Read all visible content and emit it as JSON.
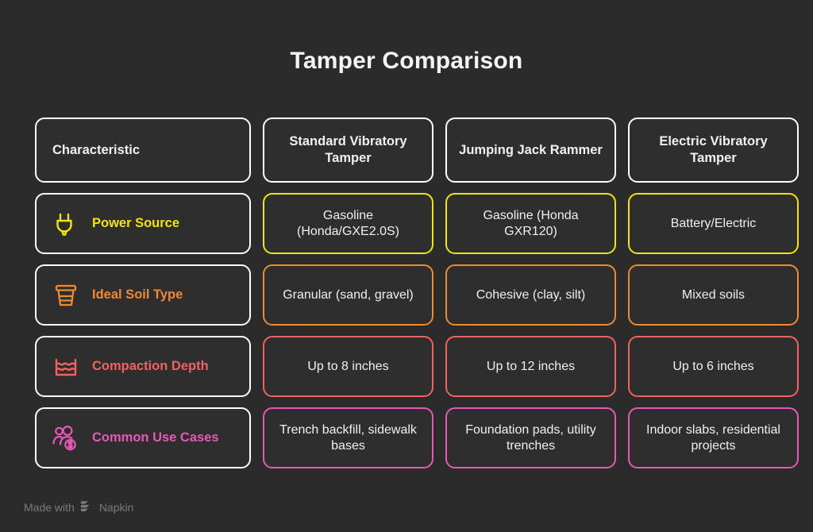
{
  "title": "Tamper Comparison",
  "columns": [
    {
      "key": "characteristic",
      "label": "Characteristic"
    },
    {
      "key": "standard",
      "label": "Standard Vibratory Tamper"
    },
    {
      "key": "jumping",
      "label": "Jumping Jack Rammer"
    },
    {
      "key": "electric",
      "label": "Electric Vibratory Tamper"
    }
  ],
  "rows": [
    {
      "label": "Power Source",
      "icon": "power-plug-icon",
      "accent": "#f2e40c",
      "values": [
        "Gasoline (Honda/GXE2.0S)",
        "Gasoline (Honda GXR120)",
        "Battery/Electric"
      ]
    },
    {
      "label": "Ideal Soil Type",
      "icon": "soil-bucket-icon",
      "accent": "#f08a30",
      "values": [
        "Granular (sand, gravel)",
        "Cohesive (clay, silt)",
        "Mixed soils"
      ]
    },
    {
      "label": "Compaction Depth",
      "icon": "water-waves-icon",
      "accent": "#f4605e",
      "values": [
        "Up to 8 inches",
        "Up to 12 inches",
        "Up to 6 inches"
      ]
    },
    {
      "label": "Common Use Cases",
      "icon": "people-money-icon",
      "accent": "#e857b8",
      "values": [
        "Trench backfill, sidewalk bases",
        "Foundation pads, utility trenches",
        "Indoor slabs, residential projects"
      ]
    }
  ],
  "footer": {
    "prefix": "Made with",
    "brand": "Napkin",
    "logo": "napkin-logo-icon"
  },
  "colors": {
    "background": "#2b2b2b",
    "cell_background": "#2e2e2e",
    "header_border": "#ffffff",
    "text": "#f0f0f0",
    "title": "#f4f4f4",
    "footer_text": "#7a7a7a"
  }
}
